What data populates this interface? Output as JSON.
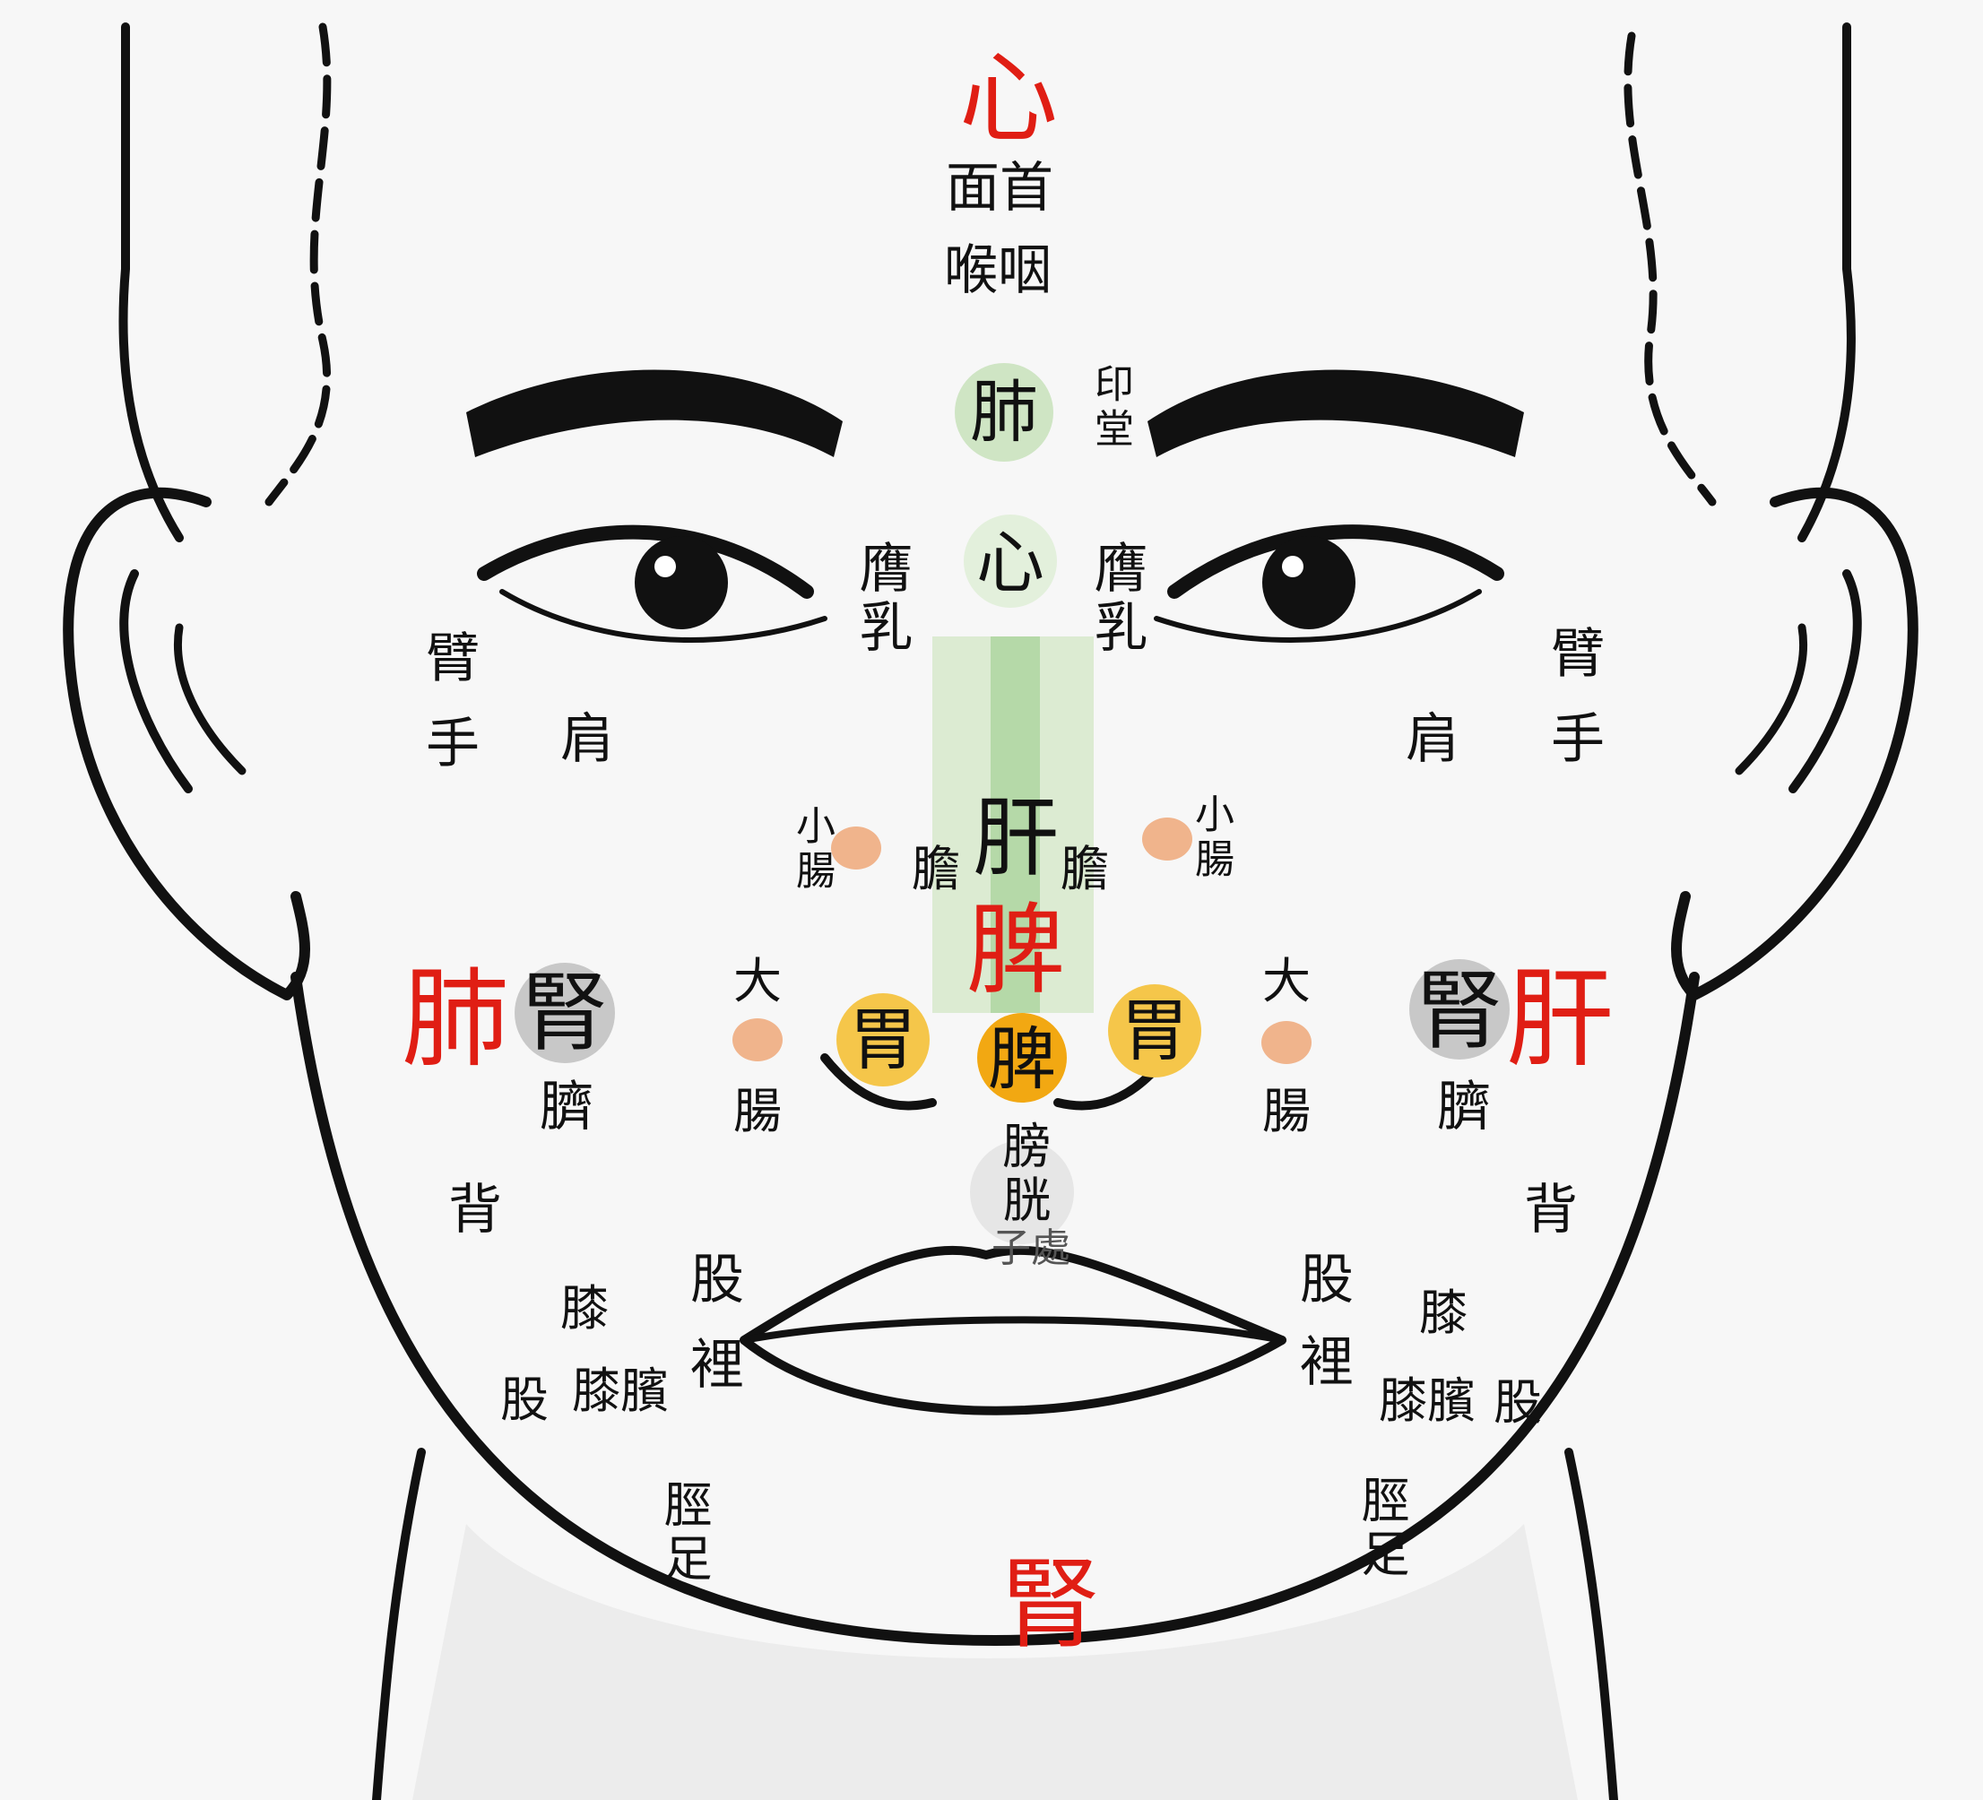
{
  "regions": {
    "forehead_heart": "心",
    "face_head": "面首",
    "throat": "喉咽",
    "lung_center": "肺",
    "yintang": "印堂",
    "heart_center": "心",
    "chest_breast_left": "膺乳",
    "chest_breast_right": "膺乳",
    "arm_left": "臂",
    "hand_left": "手",
    "shoulder_left": "肩",
    "arm_right": "臂",
    "hand_right": "手",
    "shoulder_right": "肩",
    "small_intestine_left": "小腸",
    "small_intestine_right": "小腸",
    "gallbladder_left": "膽",
    "gallbladder_right": "膽",
    "liver_center": "肝",
    "spleen_nose": "脾",
    "lung_side": "肺",
    "kidney_left": "腎",
    "kidney_right": "腎",
    "liver_side": "肝",
    "large_intestine_left_top": "大",
    "large_intestine_left_bottom": "腸",
    "large_intestine_right_top": "大",
    "large_intestine_right_bottom": "腸",
    "stomach_left": "胃",
    "stomach_right": "胃",
    "spleen_tip": "脾",
    "navel_left": "臍",
    "navel_right": "臍",
    "bladder": "膀胱",
    "uterus": "子處",
    "back_left": "背",
    "back_right": "背",
    "thigh_top_left": "股",
    "thigh_inner_left": "裡",
    "thigh_top_right": "股",
    "thigh_inner_right": "裡",
    "knee_left": "膝",
    "knee_right": "膝",
    "thigh_left": "股",
    "kneecap_left": "膝臏",
    "thigh_right": "股",
    "kneecap_right": "膝臏",
    "shin_foot_left": "脛足",
    "shin_foot_right": "脛足",
    "kidney_chin": "腎"
  },
  "colors": {
    "red_label": "#e01e14",
    "lung_circle": "#cfe5c4",
    "heart_circle": "#e3f0dc",
    "liver_band": "#dcebd2",
    "liver_band_center": "#b5d9a8",
    "kidney_circle": "#c8c8c8",
    "stomach_circle": "#f5c64a",
    "spleen_circle": "#f2a812",
    "intestine_dot": "#f0b48c",
    "bladder_circle": "#e6e6e6",
    "line_art": "#111111"
  }
}
